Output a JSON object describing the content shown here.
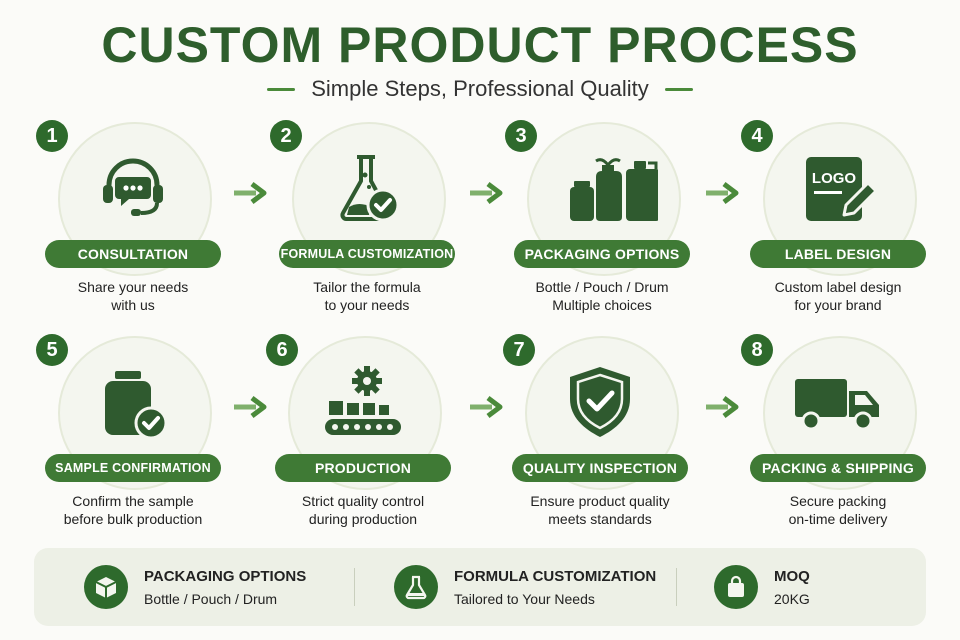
{
  "title": "CUSTOM PRODUCT PROCESS",
  "subtitle": "Simple Steps, Professional Quality",
  "steps": [
    {
      "num": "1",
      "label": "CONSULTATION",
      "desc1": "Share your needs",
      "desc2": "with us",
      "icon": "headset-chat-icon"
    },
    {
      "num": "2",
      "label": "FORMULA CUSTOMIZATION",
      "desc1": "Tailor the formula",
      "desc2": "to your needs",
      "icon": "flask-check-icon"
    },
    {
      "num": "3",
      "label": "PACKAGING OPTIONS",
      "desc1": "Bottle / Pouch / Drum",
      "desc2": "Multiple choices",
      "icon": "containers-icon"
    },
    {
      "num": "4",
      "label": "LABEL DESIGN",
      "desc1": "Custom label design",
      "desc2": "for your brand",
      "icon": "logo-pencil-icon",
      "logo_text": "LOGO"
    },
    {
      "num": "5",
      "label": "SAMPLE CONFIRMATION",
      "desc1": "Confirm the sample",
      "desc2": "before bulk production",
      "icon": "bottle-check-icon"
    },
    {
      "num": "6",
      "label": "PRODUCTION",
      "desc1": "Strict quality control",
      "desc2": "during production",
      "icon": "conveyor-gear-icon"
    },
    {
      "num": "7",
      "label": "QUALITY INSPECTION",
      "desc1": "Ensure product quality",
      "desc2": "meets standards",
      "icon": "shield-check-icon"
    },
    {
      "num": "8",
      "label": "PACKING & SHIPPING",
      "desc1": "Secure packing",
      "desc2": "on-time delivery",
      "icon": "truck-icon"
    }
  ],
  "features": [
    {
      "title": "PACKAGING OPTIONS",
      "sub": "Bottle / Pouch / Drum",
      "icon": "box-icon"
    },
    {
      "title": "FORMULA CUSTOMIZATION",
      "sub": "Tailored to Your Needs",
      "icon": "flask-icon"
    },
    {
      "title": "MOQ",
      "sub": "20KG",
      "icon": "bag-icon"
    }
  ],
  "colors": {
    "primary": "#2e6a2c",
    "pill": "#3f7a35",
    "arrow": "#5a9a48",
    "icon": "#2f5a2f",
    "bottom_bar": "#edf0e6"
  }
}
